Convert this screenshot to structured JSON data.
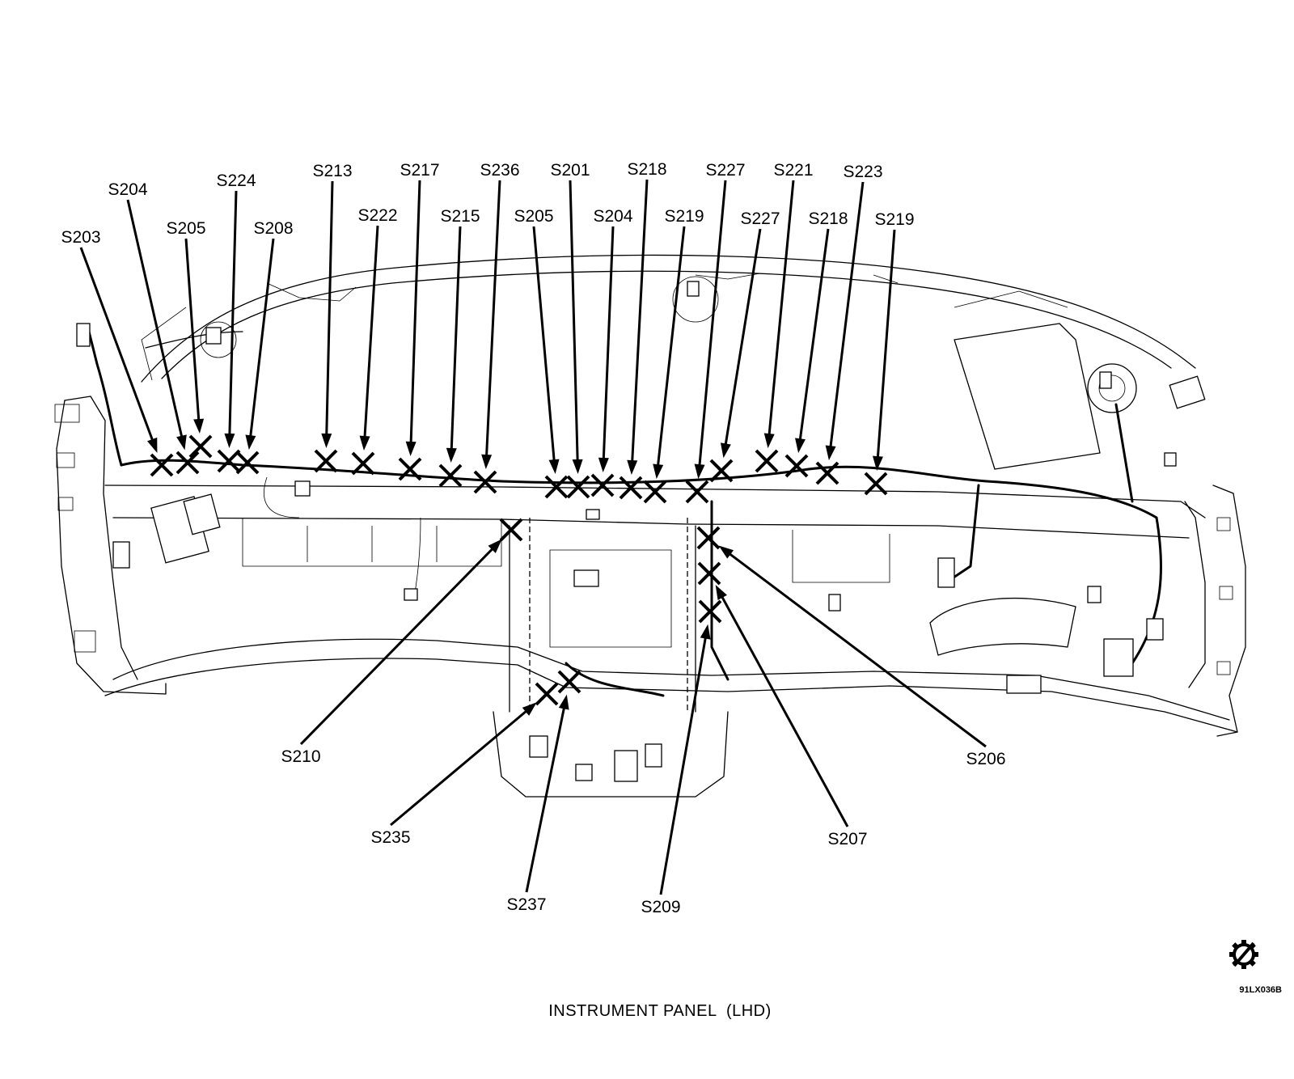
{
  "diagram": {
    "caption": "INSTRUMENT PANEL  (LHD)",
    "drawing_code": "91LX036B",
    "corner_icon": "gear-slash-icon",
    "splices": [
      {
        "id": "s203-left",
        "label": "S203"
      },
      {
        "id": "s204-left",
        "label": "S204"
      },
      {
        "id": "s205-left",
        "label": "S205"
      },
      {
        "id": "s224",
        "label": "S224"
      },
      {
        "id": "s208",
        "label": "S208"
      },
      {
        "id": "s213",
        "label": "S213"
      },
      {
        "id": "s222",
        "label": "S222"
      },
      {
        "id": "s217",
        "label": "S217"
      },
      {
        "id": "s215",
        "label": "S215"
      },
      {
        "id": "s236",
        "label": "S236"
      },
      {
        "id": "s205-center",
        "label": "S205"
      },
      {
        "id": "s201",
        "label": "S201"
      },
      {
        "id": "s204-center",
        "label": "S204"
      },
      {
        "id": "s218-center",
        "label": "S218"
      },
      {
        "id": "s219-center",
        "label": "S219"
      },
      {
        "id": "s227-upper",
        "label": "S227"
      },
      {
        "id": "s227-lower",
        "label": "S227"
      },
      {
        "id": "s221",
        "label": "S221"
      },
      {
        "id": "s218-right",
        "label": "S218"
      },
      {
        "id": "s223",
        "label": "S223"
      },
      {
        "id": "s219-right",
        "label": "S219"
      },
      {
        "id": "s210",
        "label": "S210"
      },
      {
        "id": "s235",
        "label": "S235"
      },
      {
        "id": "s237",
        "label": "S237"
      },
      {
        "id": "s209",
        "label": "S209"
      },
      {
        "id": "s207",
        "label": "S207"
      },
      {
        "id": "s206",
        "label": "S206"
      }
    ]
  }
}
